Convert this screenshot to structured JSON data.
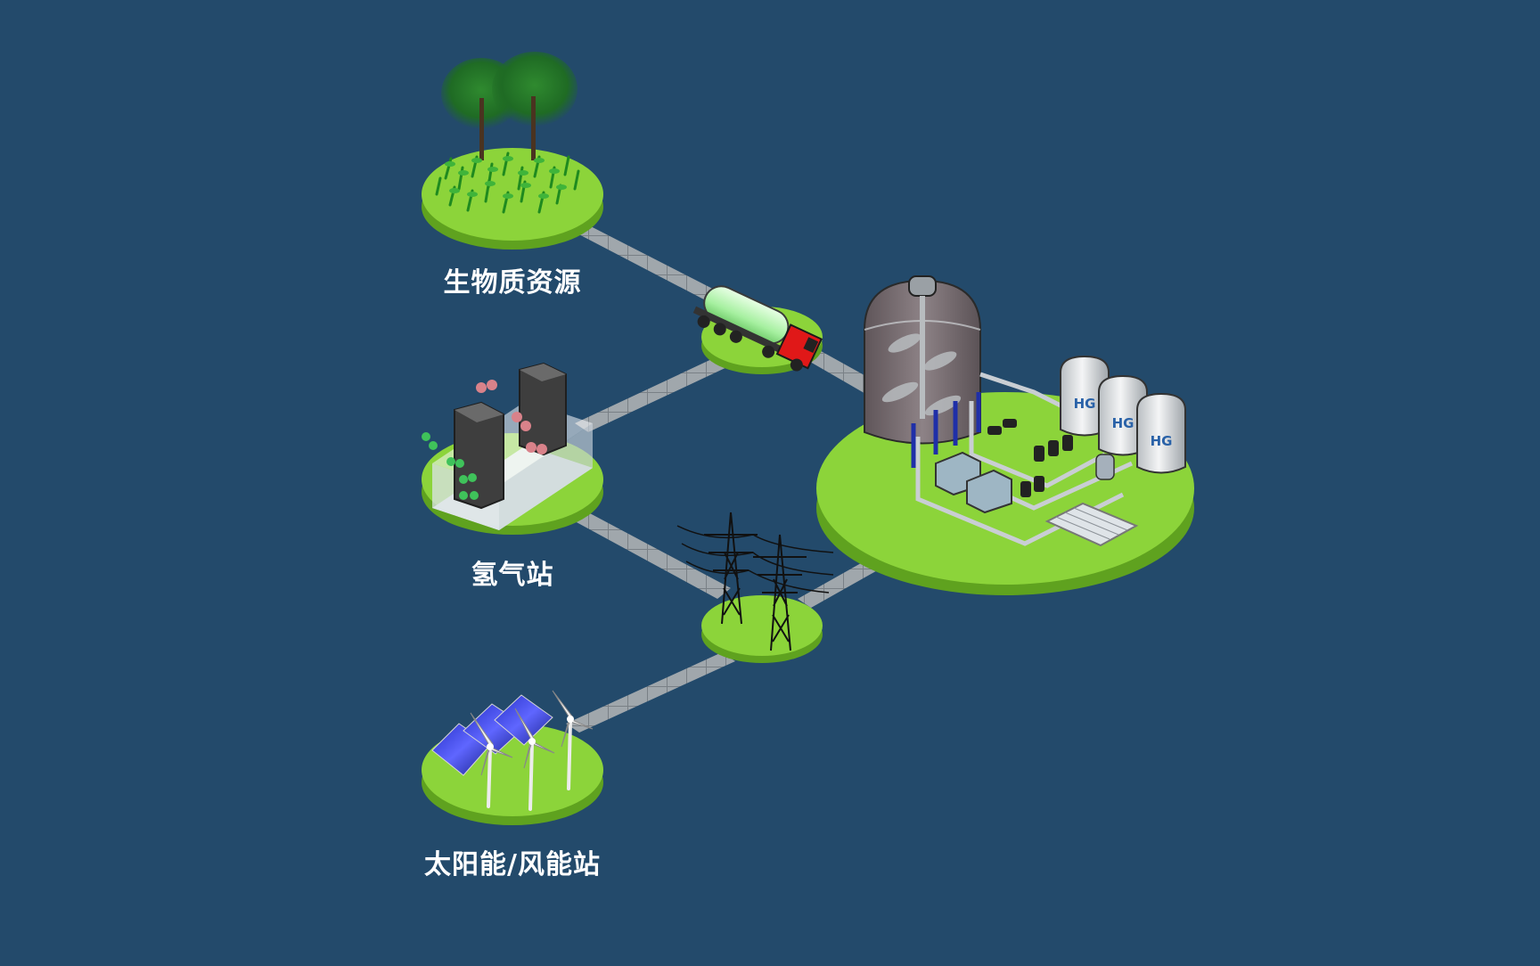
{
  "diagram": {
    "background_color": "#234a6b",
    "platform_color": "#8cd43a",
    "platform_side_color": "#5fa21f",
    "road_color": "#9aa0a4",
    "nodes": {
      "biomass": {
        "label": "生物质资源",
        "icon": "forest-crops-icon"
      },
      "hydrogen": {
        "label": "氢气站",
        "icon": "hydrogen-station-icon"
      },
      "renewable": {
        "label": "太阳能/风能站",
        "icon": "solar-wind-icon"
      },
      "transport": {
        "icon": "tanker-truck-icon"
      },
      "grid": {
        "icon": "power-tower-icon"
      },
      "plant": {
        "icon": "biogas-plant-icon",
        "tank_logo": "HG"
      }
    }
  }
}
